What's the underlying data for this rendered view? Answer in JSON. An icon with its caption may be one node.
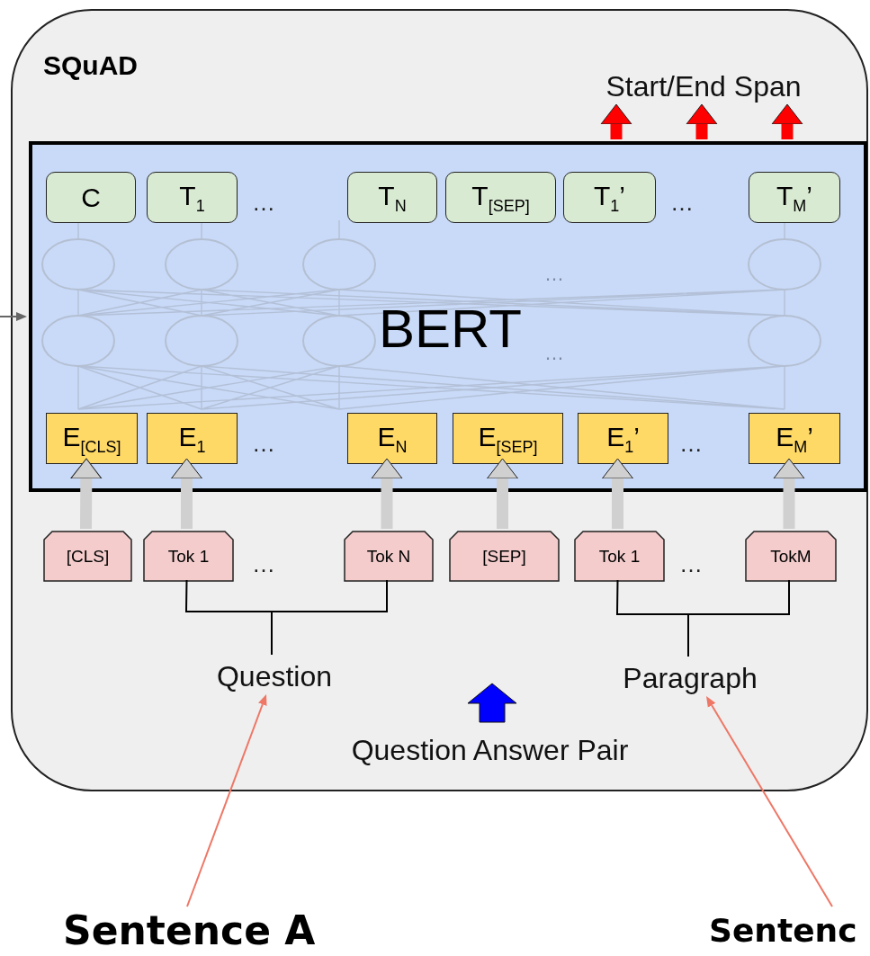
{
  "diagram": {
    "nodes": [
      {
        "text": [
          "SQuAD"
        ]
      },
      {
        "text": [
          "Start/End Span"
        ],
        "in": 0
      },
      {
        "text": [
          "BERT"
        ],
        "in": 0
      },
      {
        "text": [
          "C"
        ],
        "in": 2
      },
      {
        "text": [
          "T$_{1}$"
        ],
        "in": 2
      },
      {
        "text": [
          "T$_{N}$"
        ],
        "in": 2
      },
      {
        "text": [
          "T$_{[SEP]}$"
        ],
        "in": 2
      },
      {
        "text": [
          "T$_{1}$’"
        ],
        "in": 2
      },
      {
        "text": [
          "T$_{M}$’"
        ],
        "in": 2
      },
      {
        "text": [
          "E$_{[CLS]}$"
        ],
        "in": 2
      },
      {
        "text": [
          "E$_{1}$"
        ],
        "in": 2
      },
      {
        "text": [
          "E$_{N}$"
        ],
        "in": 2
      },
      {
        "text": [
          "E$_{[SEP]}$"
        ],
        "in": 2
      },
      {
        "text": [
          "E$_{1}$’"
        ],
        "in": 2
      },
      {
        "text": [
          "E$_{M}$’"
        ],
        "in": 2
      },
      {
        "text": [
          "[CLS]"
        ],
        "in": 0
      },
      {
        "text": [
          "Tok 1"
        ],
        "in": 0
      },
      {
        "text": [
          "Tok N"
        ],
        "in": 0
      },
      {
        "text": [
          "[SEP]"
        ],
        "in": 0
      },
      {
        "text": [
          "Tok 1"
        ],
        "in": 0
      },
      {
        "text": [
          "TokM"
        ],
        "in": 0
      },
      {
        "text": [
          "Question"
        ],
        "in": 0
      },
      {
        "text": [
          "Paragraph"
        ],
        "in": 0
      },
      {
        "text": [
          "Question Answer Pair"
        ],
        "in": 0
      },
      {
        "text": [
          "Sentence A"
        ]
      },
      {
        "text": [
          "Sentenc"
        ]
      }
    ],
    "edges": [
      {
        "from": 2,
        "to": 1,
        "arrow": "to",
        "color": "#ff0000"
      },
      {
        "from": 2,
        "to": 1,
        "arrow": "to",
        "color": "#ff0000"
      },
      {
        "from": 2,
        "to": 1,
        "arrow": "to",
        "color": "#ff0000"
      },
      {
        "from": null,
        "to": 2,
        "arrow": "to",
        "color": "#666666"
      },
      {
        "from": 15,
        "to": 9,
        "arrow": "to"
      },
      {
        "from": 16,
        "to": 10,
        "arrow": "to"
      },
      {
        "from": 17,
        "to": 11,
        "arrow": "to"
      },
      {
        "from": 18,
        "to": 12,
        "arrow": "to"
      },
      {
        "from": 19,
        "to": 13,
        "arrow": "to"
      },
      {
        "from": 20,
        "to": 14,
        "arrow": "to"
      },
      {
        "from": 16,
        "to": 21,
        "arrow": "none",
        "color": "#000000"
      },
      {
        "from": 17,
        "to": 21,
        "arrow": "none",
        "color": "#000000"
      },
      {
        "from": 19,
        "to": 22,
        "arrow": "none",
        "color": "#000000"
      },
      {
        "from": 20,
        "to": 22,
        "arrow": "none",
        "color": "#000000"
      },
      {
        "from": 24,
        "to": 21,
        "arrow": "to",
        "color": "#ee7766"
      },
      {
        "from": 25,
        "to": 22,
        "arrow": "to",
        "color": "#ee7766"
      }
    ],
    "labels": [
      "…",
      "…",
      "…",
      "…",
      "…",
      "…",
      "…",
      "…"
    ]
  }
}
